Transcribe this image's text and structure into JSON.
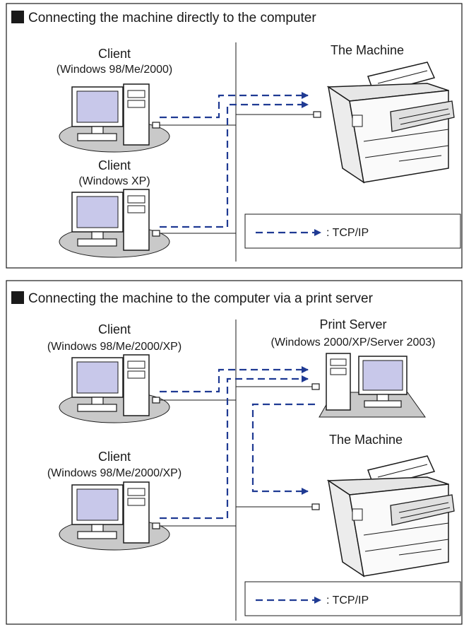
{
  "colors": {
    "network_line": "#1a1a1a",
    "tcpip_arrow": "#1f3a93",
    "monitor_screen": "#c8c8ea",
    "desk_shadow": "#c9c9c9",
    "frame_border": "#1a1a1a"
  },
  "panels": [
    {
      "title": "Connecting the machine directly to the computer",
      "client1": {
        "label": "Client",
        "os": "(Windows 98/Me/2000)"
      },
      "client2": {
        "label": "Client",
        "os": "(Windows XP)"
      },
      "machine": {
        "label": "The Machine"
      },
      "legend": {
        "text": ": TCP/IP"
      }
    },
    {
      "title": "Connecting the machine to the computer via a print server",
      "client1": {
        "label": "Client",
        "os": "(Windows 98/Me/2000/XP)"
      },
      "client2": {
        "label": "Client",
        "os": "(Windows 98/Me/2000/XP)"
      },
      "server": {
        "label": "Print Server",
        "os": "(Windows 2000/XP/Server 2003)"
      },
      "machine": {
        "label": "The Machine"
      },
      "legend": {
        "text": ": TCP/IP"
      }
    }
  ]
}
